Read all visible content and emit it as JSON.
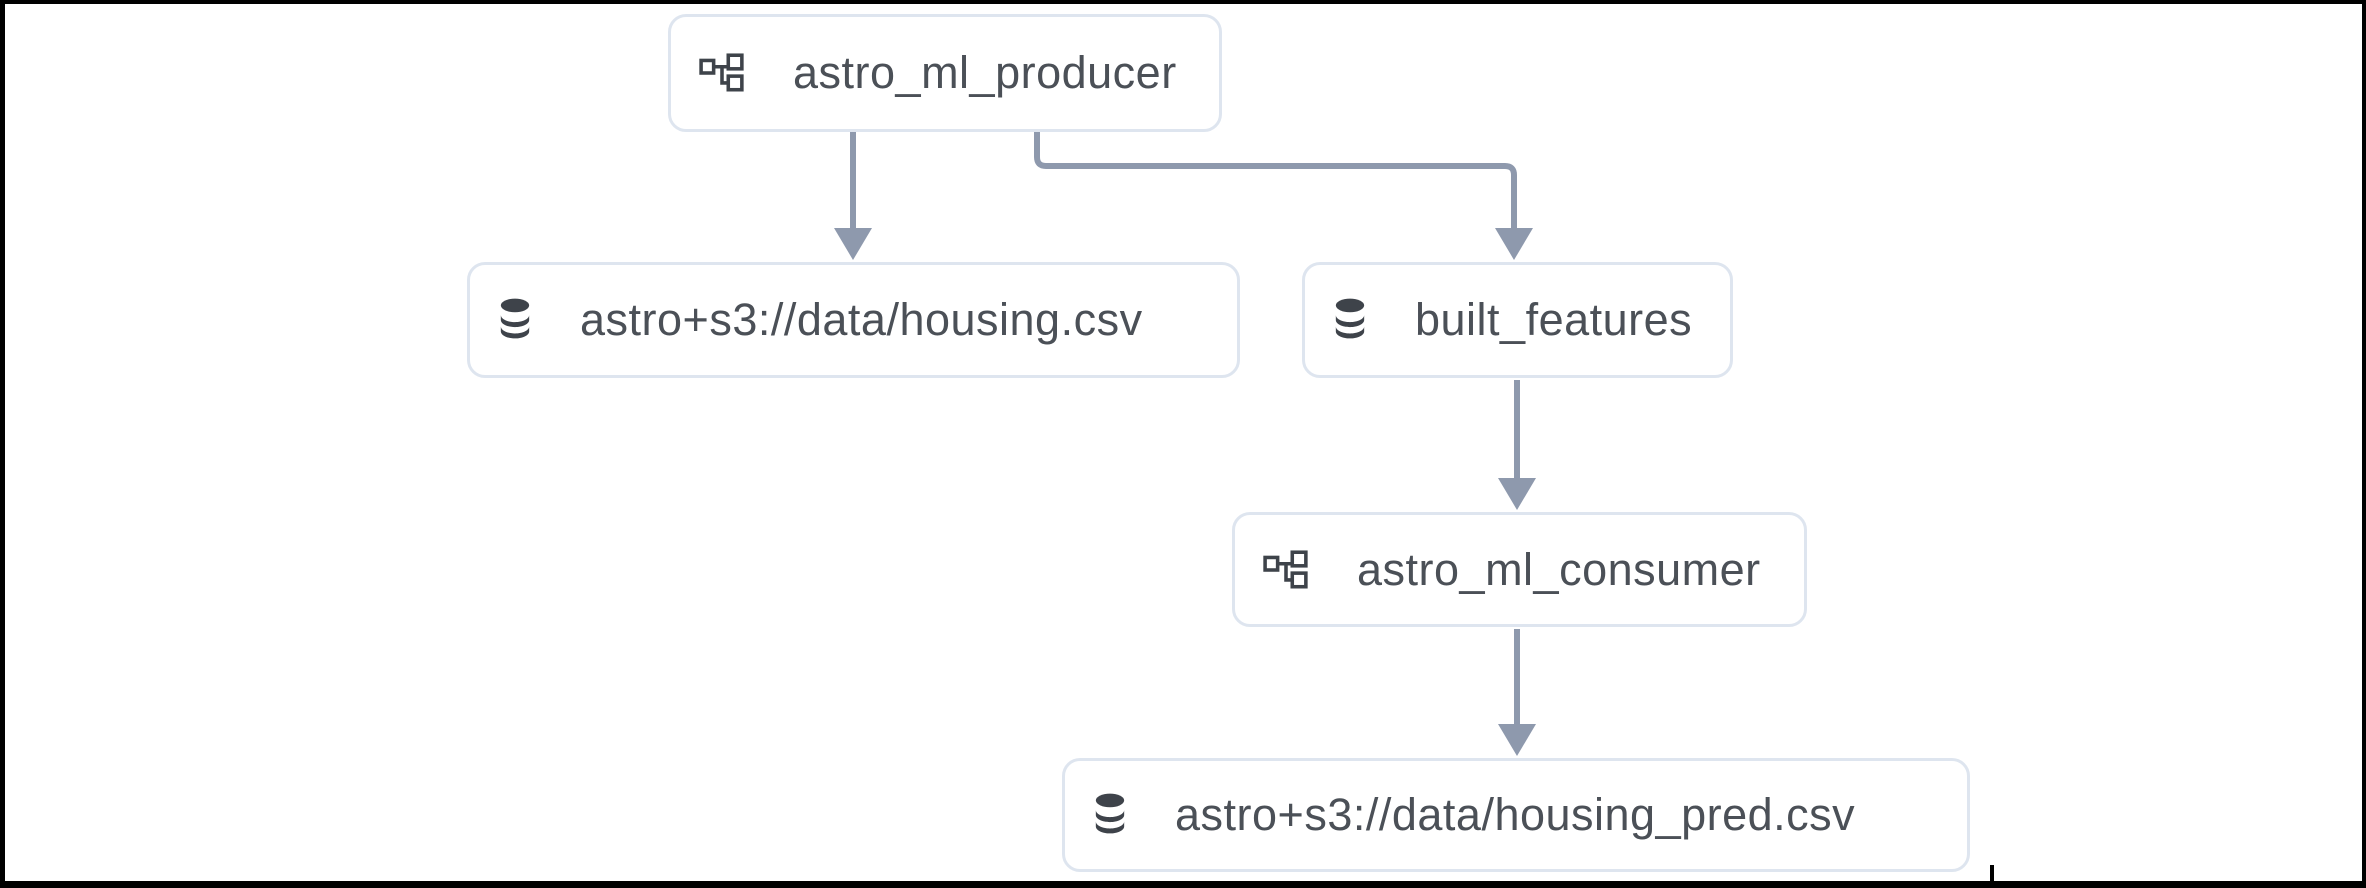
{
  "diagram": {
    "kind": "dag-dataset-lineage-graph",
    "nodes": [
      {
        "id": "astro_ml_producer",
        "type": "dag",
        "icon": "dag-icon",
        "label": "astro_ml_producer"
      },
      {
        "id": "housing_csv",
        "type": "dataset",
        "icon": "database-icon",
        "label": "astro+s3://data/housing.csv"
      },
      {
        "id": "built_features",
        "type": "dataset",
        "icon": "database-icon",
        "label": "built_features"
      },
      {
        "id": "astro_ml_consumer",
        "type": "dag",
        "icon": "dag-icon",
        "label": "astro_ml_consumer"
      },
      {
        "id": "housing_pred_csv",
        "type": "dataset",
        "icon": "database-icon",
        "label": "astro+s3://data/housing_pred.csv"
      }
    ],
    "edges": [
      {
        "from": "astro_ml_producer",
        "to": "housing_csv"
      },
      {
        "from": "astro_ml_producer",
        "to": "built_features"
      },
      {
        "from": "built_features",
        "to": "astro_ml_consumer"
      },
      {
        "from": "astro_ml_consumer",
        "to": "housing_pred_csv"
      }
    ],
    "colors": {
      "node_border": "#dee5ef",
      "node_background": "#ffffff",
      "edge": "#8e99ad",
      "label_text": "#4b5057",
      "icon": "#3e434a",
      "canvas_background": "#ffffff",
      "frame_border": "#000000"
    }
  }
}
